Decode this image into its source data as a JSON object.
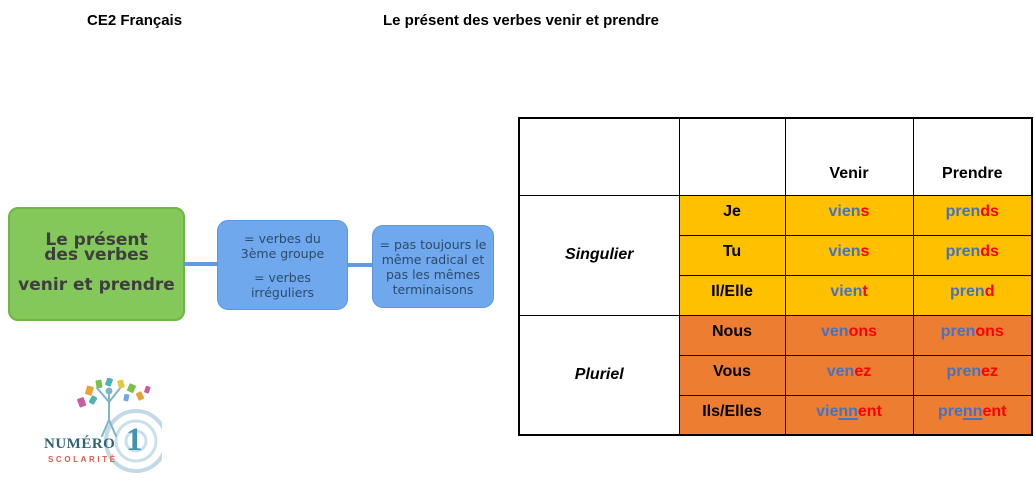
{
  "header": {
    "course_label": "CE2 Français",
    "title": "Le présent des verbes venir et prendre"
  },
  "mindmap": {
    "main_topic": {
      "line1": "Le présent",
      "line2": "des verbes",
      "line3": "venir et prendre"
    },
    "note_group": {
      "para1_line1": "= verbes du",
      "para1_line2": "3ème groupe",
      "para2_line1": "= verbes",
      "para2_line2": "irréguliers"
    },
    "note_radical": {
      "line1": "= pas toujours le",
      "line2": "même radical et",
      "line3": "pas les mêmes",
      "line4": "terminaisons"
    }
  },
  "logo": {
    "brand": "NUMÉRO",
    "number": "1",
    "tagline": "SCOLARITÉ"
  },
  "table": {
    "headers": {
      "venir": "Venir",
      "prendre": "Prendre"
    },
    "groups": [
      {
        "label": "Singulier",
        "rows": [
          {
            "pronoun": "Je",
            "venir": [
              "vien",
              "",
              "s"
            ],
            "prendre": [
              "pren",
              "",
              "ds"
            ]
          },
          {
            "pronoun": "Tu",
            "venir": [
              "vien",
              "",
              "s"
            ],
            "prendre": [
              "pren",
              "",
              "ds"
            ]
          },
          {
            "pronoun": "Il/Elle",
            "venir": [
              "vien",
              "",
              "t"
            ],
            "prendre": [
              "pren",
              "",
              "d"
            ]
          }
        ]
      },
      {
        "label": "Pluriel",
        "rows": [
          {
            "pronoun": "Nous",
            "venir": [
              "ven",
              "",
              "ons"
            ],
            "prendre": [
              "pren",
              "",
              "ons"
            ]
          },
          {
            "pronoun": "Vous",
            "venir": [
              "ven",
              "",
              "ez"
            ],
            "prendre": [
              "pren",
              "",
              "ez"
            ]
          },
          {
            "pronoun": "Ils/Elles",
            "venir": [
              "vie",
              "nn",
              "ent"
            ],
            "prendre": [
              "pre",
              "nn",
              "ent"
            ]
          }
        ]
      }
    ]
  },
  "colors": {
    "singulier_bg": "#FFC000",
    "pluriel_bg": "#ED7D31",
    "stem_blue": "#4472C4",
    "ending_red": "#FF0000",
    "main_topic_green": "#84C85C",
    "note_blue": "#6FA8EC"
  }
}
